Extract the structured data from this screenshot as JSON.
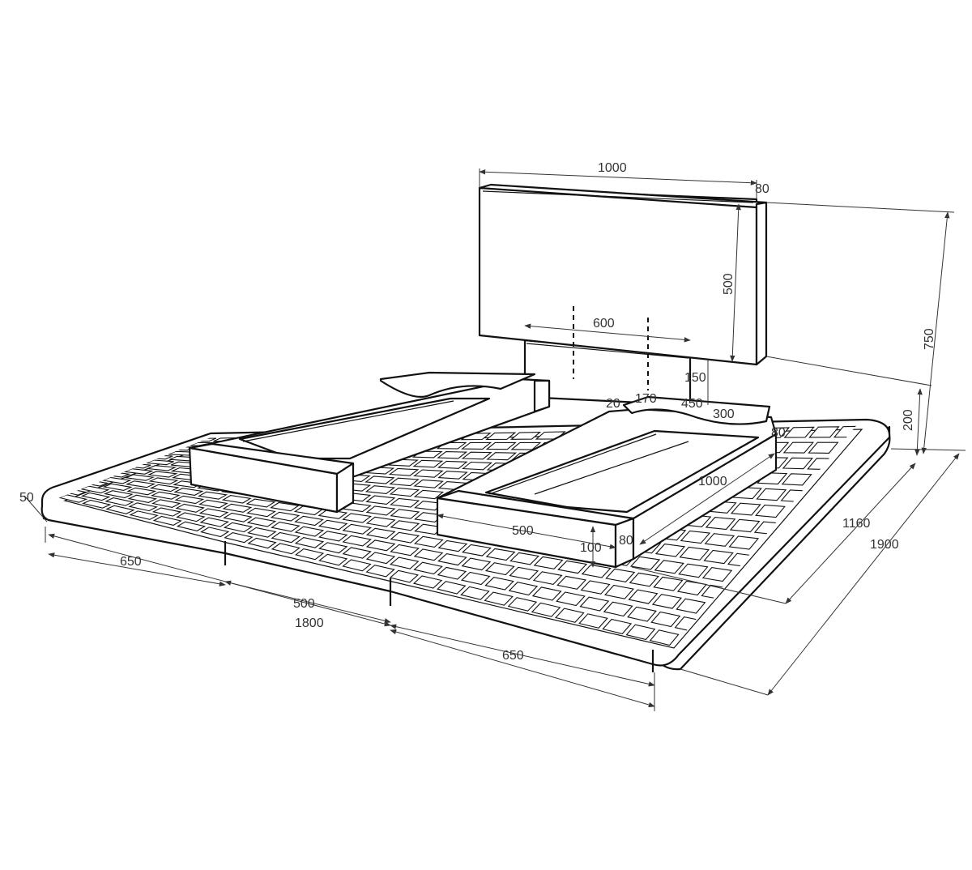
{
  "dimensions": {
    "stele_width": "1000",
    "stele_thickness": "80",
    "stele_height": "500",
    "stand_width": "600",
    "stand_height": "150",
    "total_height": "750",
    "base_height": "200",
    "gap_20": "20",
    "dim_170": "170",
    "dim_450": "450",
    "dim_300": "300",
    "dim_80_right": "80",
    "flower_bed_length": "1000",
    "flower_bed_width": "500",
    "flower_bed_height": "100",
    "flower_bed_wall": "80",
    "depth_1160": "1160",
    "depth_1900": "1900",
    "edge_50": "50",
    "front_left_650": "650",
    "front_mid_500": "500",
    "front_total_1800": "1800",
    "front_right_650": "650"
  }
}
